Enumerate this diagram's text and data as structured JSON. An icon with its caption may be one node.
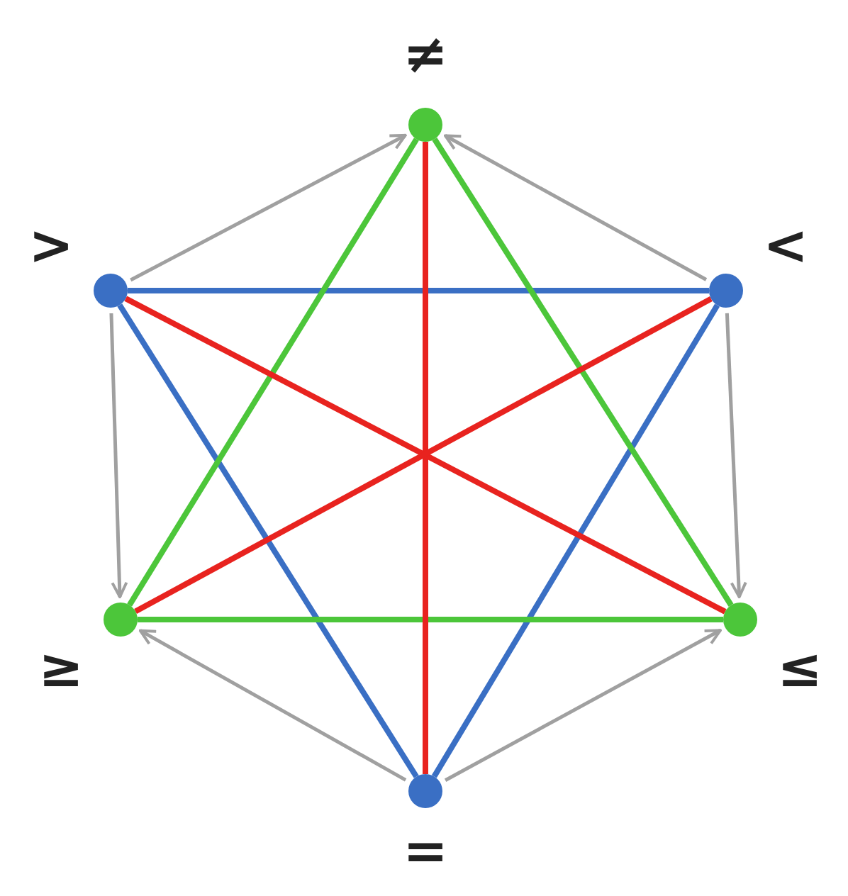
{
  "diagram": {
    "nodes": [
      {
        "text": [],
        "shape": "circle",
        "beside": [
          "≠"
        ]
      },
      {
        "text": [],
        "shape": "circle",
        "beside": [
          ">"
        ]
      },
      {
        "text": [],
        "shape": "circle",
        "beside": [
          "<"
        ]
      },
      {
        "text": [],
        "shape": "circle",
        "beside": [
          "≥"
        ]
      },
      {
        "text": [],
        "shape": "circle",
        "beside": [
          "≤"
        ]
      },
      {
        "text": [],
        "shape": "circle",
        "beside": [
          "="
        ]
      }
    ],
    "edges": [
      {
        "from": 1,
        "to": 0,
        "arrow": "to",
        "color": "#a0a0a0"
      },
      {
        "from": 2,
        "to": 0,
        "arrow": "to",
        "color": "#a0a0a0"
      },
      {
        "from": 1,
        "to": 3,
        "arrow": "to",
        "color": "#a0a0a0"
      },
      {
        "from": 2,
        "to": 4,
        "arrow": "to",
        "color": "#a0a0a0"
      },
      {
        "from": 5,
        "to": 3,
        "arrow": "to",
        "color": "#a0a0a0"
      },
      {
        "from": 5,
        "to": 4,
        "arrow": "to",
        "color": "#a0a0a0"
      },
      {
        "from": 1,
        "to": 2,
        "arrow": "none",
        "color": "#3a6fc4"
      },
      {
        "from": 1,
        "to": 5,
        "arrow": "none",
        "color": "#3a6fc4"
      },
      {
        "from": 2,
        "to": 5,
        "arrow": "none",
        "color": "#3a6fc4"
      },
      {
        "from": 0,
        "to": 3,
        "arrow": "none",
        "color": "#4cc63a"
      },
      {
        "from": 0,
        "to": 4,
        "arrow": "none",
        "color": "#4cc63a"
      },
      {
        "from": 3,
        "to": 4,
        "arrow": "none",
        "color": "#4cc63a"
      },
      {
        "from": 0,
        "to": 5,
        "arrow": "none",
        "color": "#e8231f"
      },
      {
        "from": 1,
        "to": 4,
        "arrow": "none",
        "color": "#e8231f"
      },
      {
        "from": 2,
        "to": 3,
        "arrow": "none",
        "color": "#e8231f"
      }
    ]
  }
}
